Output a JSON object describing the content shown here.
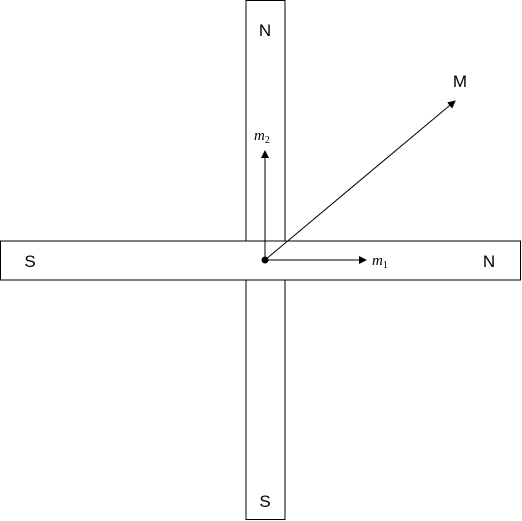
{
  "magnets": {
    "horizontal": {
      "left_pole": "S",
      "right_pole": "N"
    },
    "vertical": {
      "top_pole": "N",
      "bottom_pole": "S"
    }
  },
  "vectors": {
    "m1": {
      "symbol": "m",
      "subscript": "1"
    },
    "m2": {
      "symbol": "m",
      "subscript": "2"
    },
    "resultant": {
      "label": "M"
    }
  },
  "colors": {
    "stroke": "#000000",
    "fill": "#ffffff"
  }
}
